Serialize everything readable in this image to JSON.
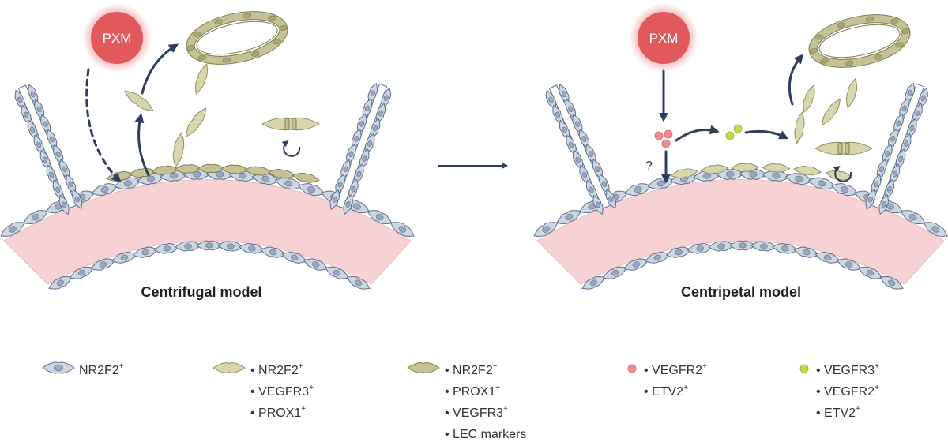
{
  "panels": {
    "left": {
      "title": "Centrifugal model",
      "pxm_label": "PXM"
    },
    "right": {
      "title": "Centripetal model",
      "pxm_label": "PXM",
      "question_mark": "?"
    }
  },
  "legend": [
    {
      "icon": "grey-elongated-cell-icon",
      "lines": [
        {
          "text": "NR2F2",
          "sup": "+"
        }
      ],
      "bulleted": false
    },
    {
      "icon": "light-olive-cell-icon",
      "lines": [
        {
          "text": "NR2F2",
          "sup": "+"
        },
        {
          "text": "VEGFR3",
          "sup": "+"
        },
        {
          "text": "PROX1",
          "sup": "+"
        }
      ],
      "bulleted": true
    },
    {
      "icon": "dark-olive-cell-icon",
      "lines": [
        {
          "text": "NR2F2",
          "sup": "+"
        },
        {
          "text": "PROX1",
          "sup": "+"
        },
        {
          "text": "VEGFR3",
          "sup": "+"
        },
        {
          "text": "LEC markers",
          "sup": ""
        }
      ],
      "bulleted": true
    },
    {
      "icon": "pink-dot-icon",
      "lines": [
        {
          "text": "VEGFR2",
          "sup": "+"
        },
        {
          "text": "ETV2",
          "sup": "+"
        }
      ],
      "bulleted": true
    },
    {
      "icon": "yellow-dot-icon",
      "lines": [
        {
          "text": "VEGFR3",
          "sup": "+"
        },
        {
          "text": "VEGFR2",
          "sup": "+"
        },
        {
          "text": "ETV2",
          "sup": "+"
        }
      ],
      "bulleted": true
    }
  ],
  "colors": {
    "pxm_circle": "#e2595c",
    "vein_fill": "#f6d2d4",
    "grey_cell": "#ced6e2",
    "light_olive_cell": "#d8d6ad",
    "dark_olive_cell": "#c5c395",
    "pink_dot": "#f08a8e",
    "yellow_dot": "#c6d94a",
    "arrow": "#2c3e5a"
  }
}
